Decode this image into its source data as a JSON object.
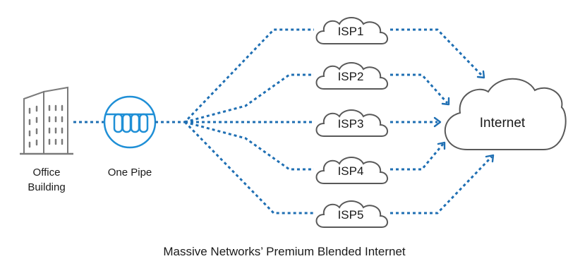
{
  "nodes": {
    "building_label": [
      "Office",
      "Building"
    ],
    "pipe_label": "One Pipe",
    "isps": [
      "ISP1",
      "ISP2",
      "ISP3",
      "ISP4",
      "ISP5"
    ],
    "internet_label": "Internet"
  },
  "caption": "Massive Networks’ Premium Blended Internet",
  "colors": {
    "link": "#1f6fb3",
    "building": "#7a7a7a",
    "cloud_stroke": "#595959",
    "pipe": "#1f8fd6"
  },
  "icons": {
    "building": "office-building-icon",
    "pipe": "one-pipe-icon",
    "cloud": "cloud-icon"
  }
}
